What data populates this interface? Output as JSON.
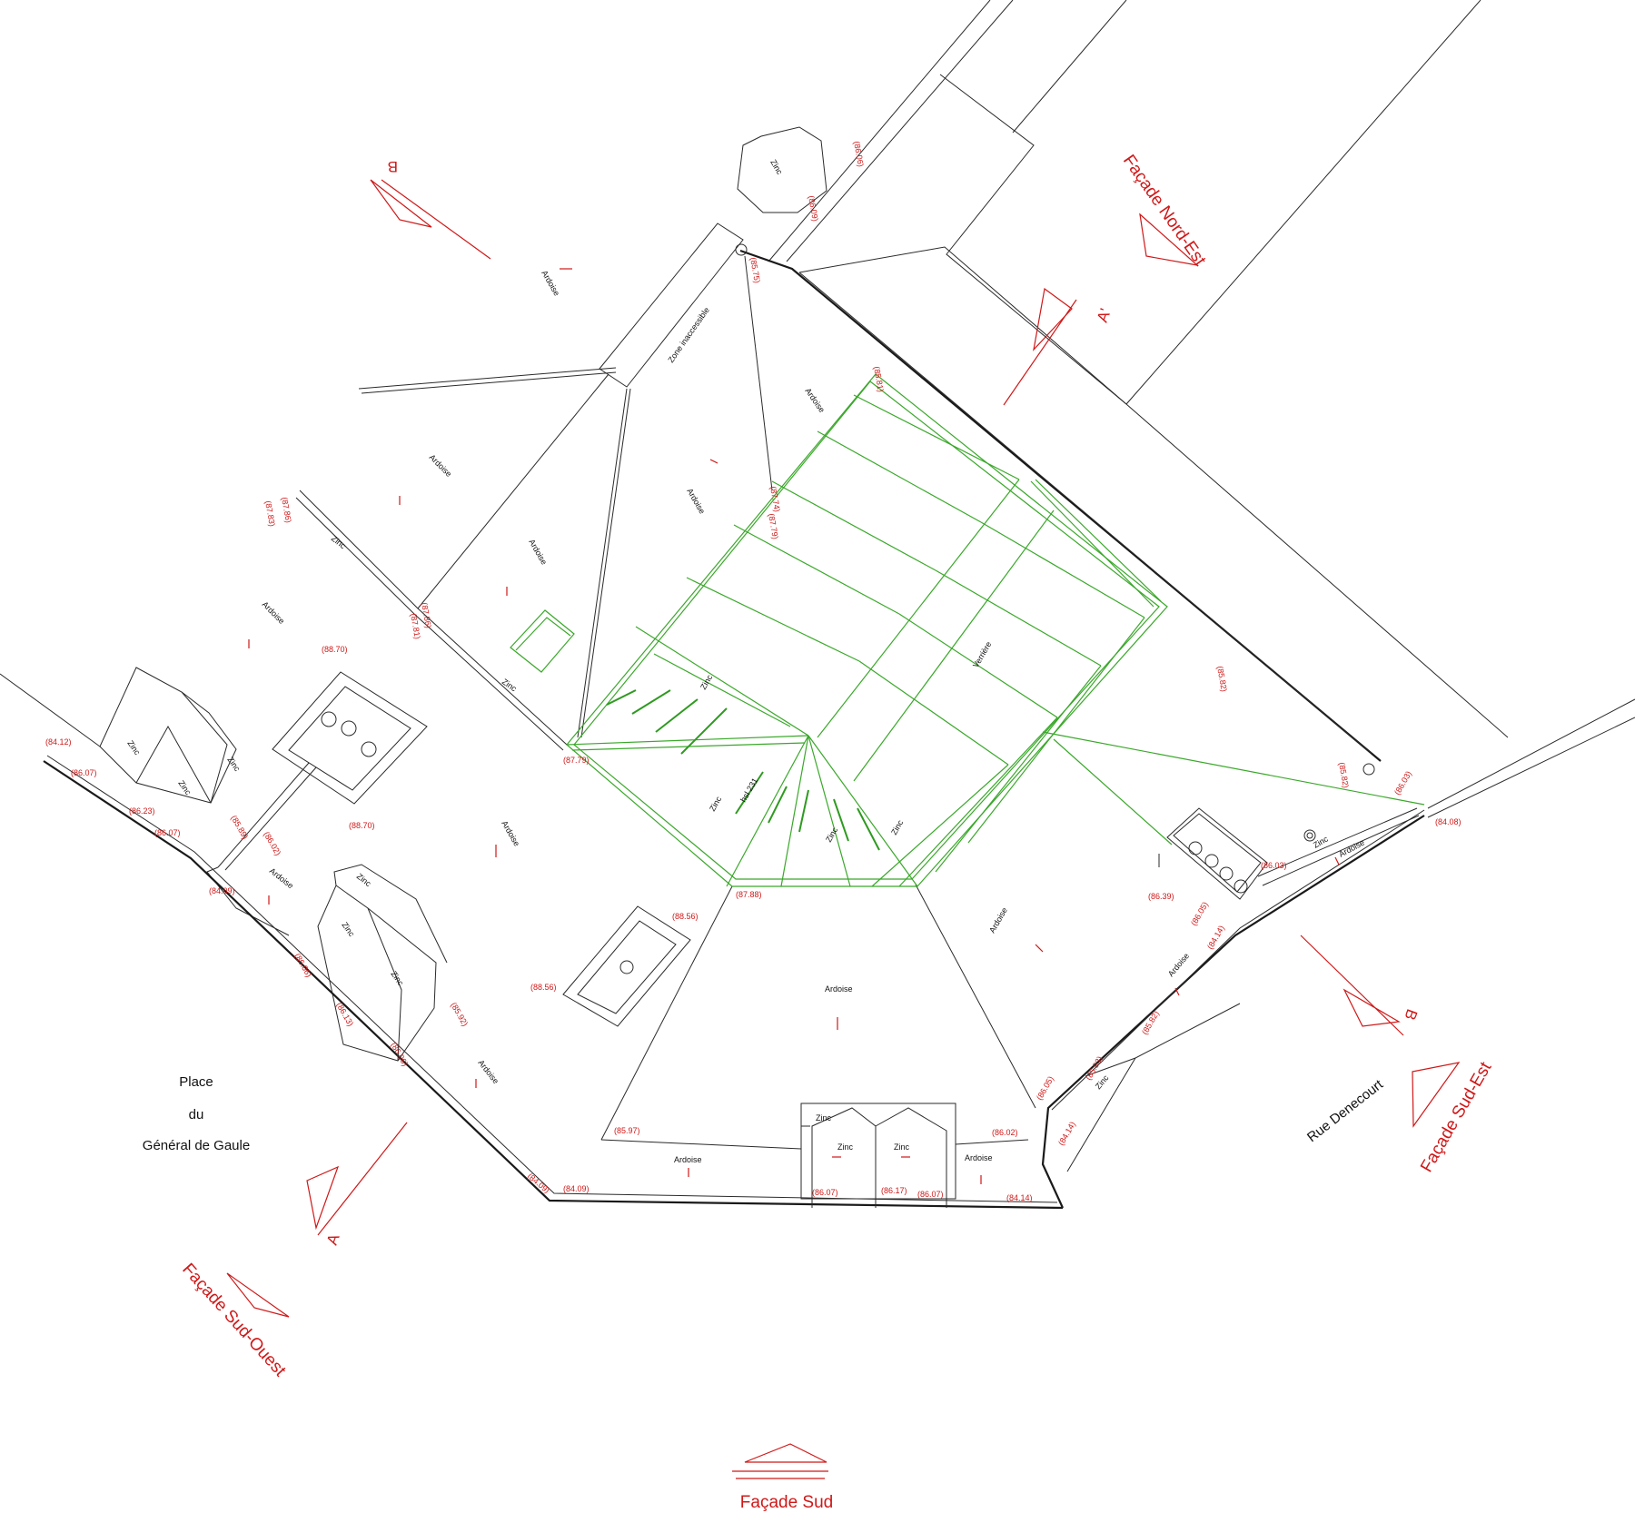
{
  "colors": {
    "line": "#2a2a2a",
    "glazing": "#3aa82a",
    "annotation": "#d01818",
    "background": "#ffffff"
  },
  "materials": {
    "ardoise": "Ardoise",
    "zinc": "Zinc",
    "verriere": "Verrière",
    "zone_inaccessible": "Zone inaccessible",
    "hsl": "hsl 231"
  },
  "place_name": [
    "Place",
    "du",
    "Général de Gaule"
  ],
  "street_name": "Rue Denecourt",
  "facades": {
    "nord_est": "Façade Nord-Est",
    "sud_est": "Façade Sud-Est",
    "sud_ouest": "Façade Sud-Ouest",
    "sud": "Façade Sud"
  },
  "sections": {
    "a": "A",
    "a_prime": "A'",
    "b": "B"
  },
  "elevations": [
    "(86.06)",
    "(86.09)",
    "(85.75)",
    "(85.81)",
    "(87.74)",
    "(87.79)",
    "(87.86)",
    "(87.83)",
    "(87.86)",
    "(87.81)",
    "(88.70)",
    "(88.70)",
    "(87.79)",
    "(84.12)",
    "(86.07)",
    "(86.23)",
    "(86.07)",
    "(85.89)",
    "(86.02)",
    "(84.09)",
    "(86.06)",
    "(86.13)",
    "(86.06)",
    "(85.92)",
    "(88.56)",
    "(88.56)",
    "(87.88)",
    "(85.82)",
    "(85.82)",
    "(86.03)",
    "(84.08)",
    "(86.03)",
    "(86.39)",
    "(86.05)",
    "(84.14)",
    "(85.82)",
    "(85.93)",
    "(86.05)",
    "(84.14)",
    "(85.97)",
    "(84.09)",
    "(84.09)",
    "(86.07)",
    "(86.17)",
    "(86.07)",
    "(86.02)",
    "(84.14)"
  ]
}
